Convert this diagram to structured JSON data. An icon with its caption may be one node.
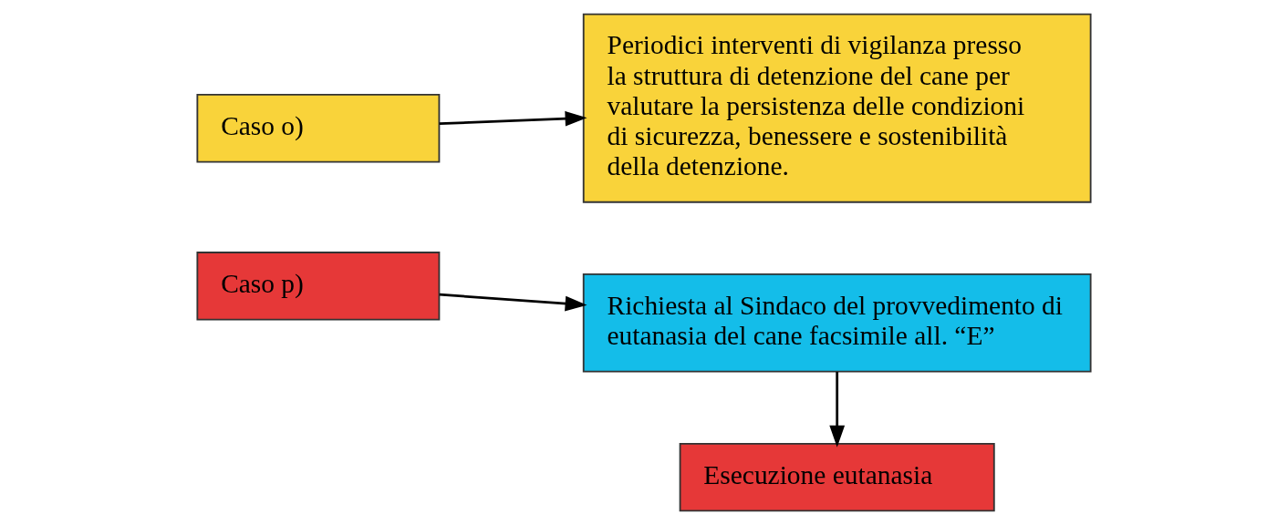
{
  "diagram": {
    "nodes": [
      {
        "text": [
          "Caso o)"
        ]
      },
      {
        "text": [
          "Periodici interventi di vigilanza presso la struttura di detenzione del cane per valutare la persistenza delle condizioni di sicurezza, benessere e sostenibilità della detenzione."
        ]
      },
      {
        "text": [
          "Caso p)"
        ]
      },
      {
        "text": [
          "Richiesta al Sindaco del provvedimento di eutanasia del cane facsimile all. “E”"
        ]
      },
      {
        "text": [
          "Esecuzione eutanasia"
        ]
      }
    ],
    "edges": [
      {
        "from": 0,
        "to": 1,
        "arrow": "to"
      },
      {
        "from": 2,
        "to": 3,
        "arrow": "to"
      },
      {
        "from": 3,
        "to": 4,
        "arrow": "to"
      }
    ]
  }
}
